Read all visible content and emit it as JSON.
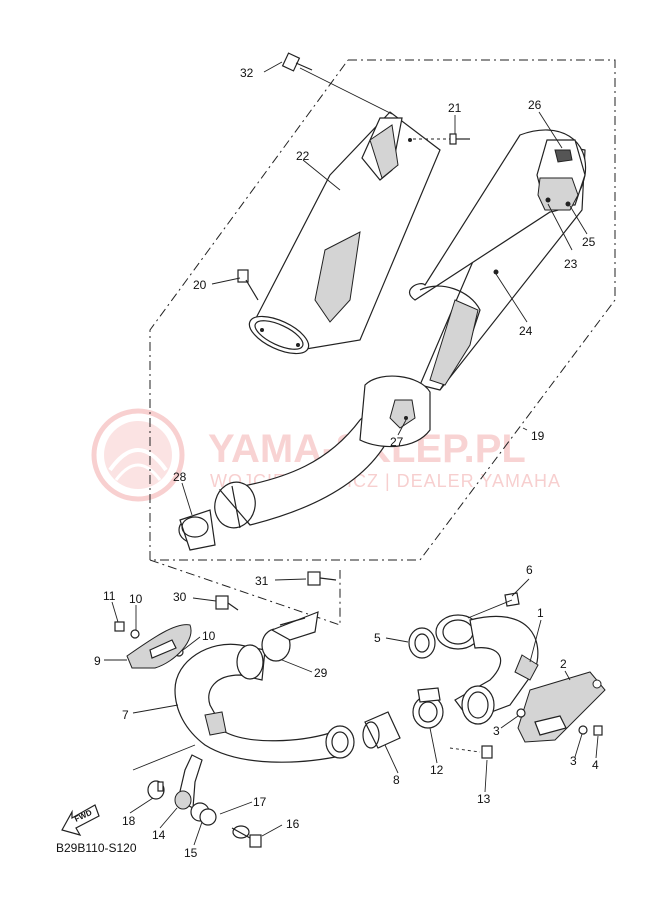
{
  "watermark": {
    "brand": "YAMA-SKLEP.PL",
    "subtitle": "WOJCIECHOWICZ | DEALER YAMAHA",
    "color": "#f3b0b0"
  },
  "diagram_code": "B29B110-S120",
  "fwd_label": "FWD",
  "callouts": [
    {
      "id": "c32",
      "label": "32"
    },
    {
      "id": "c21",
      "label": "21"
    },
    {
      "id": "c26",
      "label": "26"
    },
    {
      "id": "c22",
      "label": "22"
    },
    {
      "id": "c25",
      "label": "25"
    },
    {
      "id": "c23",
      "label": "23"
    },
    {
      "id": "c20",
      "label": "20"
    },
    {
      "id": "c24",
      "label": "24"
    },
    {
      "id": "c19",
      "label": "19"
    },
    {
      "id": "c27",
      "label": "27"
    },
    {
      "id": "c28",
      "label": "28"
    },
    {
      "id": "c31",
      "label": "31"
    },
    {
      "id": "c6",
      "label": "6"
    },
    {
      "id": "c11",
      "label": "11"
    },
    {
      "id": "c10a",
      "label": "10"
    },
    {
      "id": "c30",
      "label": "30"
    },
    {
      "id": "c1",
      "label": "1"
    },
    {
      "id": "c10b",
      "label": "10"
    },
    {
      "id": "c5",
      "label": "5"
    },
    {
      "id": "c9",
      "label": "9"
    },
    {
      "id": "c29",
      "label": "29"
    },
    {
      "id": "c2",
      "label": "2"
    },
    {
      "id": "c7",
      "label": "7"
    },
    {
      "id": "c3a",
      "label": "3"
    },
    {
      "id": "c3b",
      "label": "3"
    },
    {
      "id": "c4",
      "label": "4"
    },
    {
      "id": "c8",
      "label": "8"
    },
    {
      "id": "c12",
      "label": "12"
    },
    {
      "id": "c13",
      "label": "13"
    },
    {
      "id": "c18",
      "label": "18"
    },
    {
      "id": "c14",
      "label": "14"
    },
    {
      "id": "c17",
      "label": "17"
    },
    {
      "id": "c16",
      "label": "16"
    },
    {
      "id": "c15",
      "label": "15"
    }
  ]
}
